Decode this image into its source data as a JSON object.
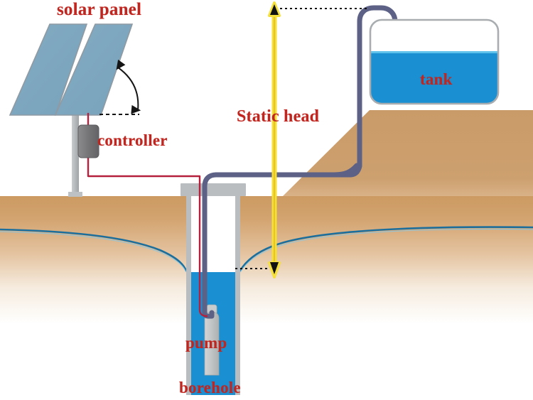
{
  "diagram": {
    "title": "Solar powered borehole water pumping system",
    "labels": {
      "solar_panel": "solar panel",
      "controller": "controller",
      "static_head": "Static head",
      "tank": "tank",
      "pump": "pump",
      "borehole": "borehole"
    },
    "colors": {
      "label_text": "#c0261f",
      "panel_face": "#7ba7bf",
      "panel_edge": "#8f9aa3",
      "mast": "#b9bdc0",
      "controller_body": "#77777a",
      "power_cable": "#b5203c",
      "pipe": "#5c6185",
      "water": "#1a8fd1",
      "water_table_line": "#1c6f9c",
      "ground_top": "#cc9a62",
      "ground_bottom": "#ffffff",
      "mound": "#ca9a68",
      "casing": "#b9bdc0",
      "pump_body": "#bfc2c3",
      "well_cap": "#b9bdc0",
      "head_arrow": "#f5e03c",
      "arrow_head": "#1a1a1a",
      "dotted_guide": "#111111",
      "background": "#ffffff"
    },
    "components": [
      {
        "name": "solar-panel",
        "description": "Two tilted photovoltaic modules on a pole mast",
        "module_count": 2,
        "tilt_indicator": "curved double-headed arrow showing tilt angle from horizontal dashed line"
      },
      {
        "name": "controller",
        "description": "Dark grey rounded box mounted on the mast, wired between panel and pump"
      },
      {
        "name": "power-cable",
        "description": "Red cable from panel through controller, along ground, down the borehole to the pump"
      },
      {
        "name": "borehole",
        "description": "Vertical cased well with concrete well cap at surface, water standing in lower portion"
      },
      {
        "name": "pump",
        "description": "Submersible pump suspended in the water column inside the borehole"
      },
      {
        "name": "rising-main",
        "description": "Dark blue-grey pipe from pump up the borehole, across the ground, up the mound and over into the tank"
      },
      {
        "name": "tank",
        "description": "Rounded storage tank on an elevated earth mound, partially filled with water"
      },
      {
        "name": "water-table",
        "description": "Blue curve showing the drawdown cone dipping toward the borehole on both sides"
      },
      {
        "name": "static-head",
        "description": "Yellow double-headed vertical arrow measuring from the standing water level in the well up to the tank inlet level",
        "top_reference": "tank inlet / pipe discharge level",
        "bottom_reference": "standing water level in the borehole"
      }
    ]
  }
}
